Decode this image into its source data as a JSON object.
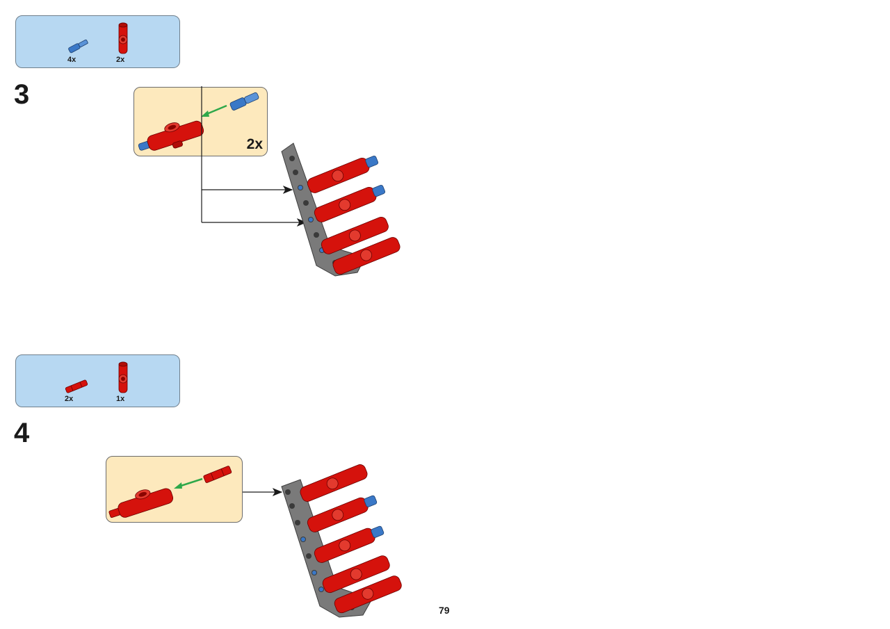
{
  "page_number": "79",
  "colors": {
    "parts_box_bg": "#b7d8f2",
    "subassembly_bg": "#fde9bd",
    "brick_red": "#d5120c",
    "pin_blue": "#3a78c7",
    "beam_gray": "#7a7a7a",
    "arrow_green": "#2ea84a"
  },
  "steps": [
    {
      "number": "3",
      "parts": [
        {
          "icon": "blue-axle-pin-icon",
          "qty": "4x"
        },
        {
          "icon": "red-connector-icon",
          "qty": "2x"
        }
      ],
      "subassembly": {
        "multiplier": "2x"
      }
    },
    {
      "number": "4",
      "parts": [
        {
          "icon": "red-axle-icon",
          "qty": "2x"
        },
        {
          "icon": "red-connector-icon",
          "qty": "1x"
        }
      ],
      "subassembly": {
        "multiplier": ""
      }
    }
  ]
}
